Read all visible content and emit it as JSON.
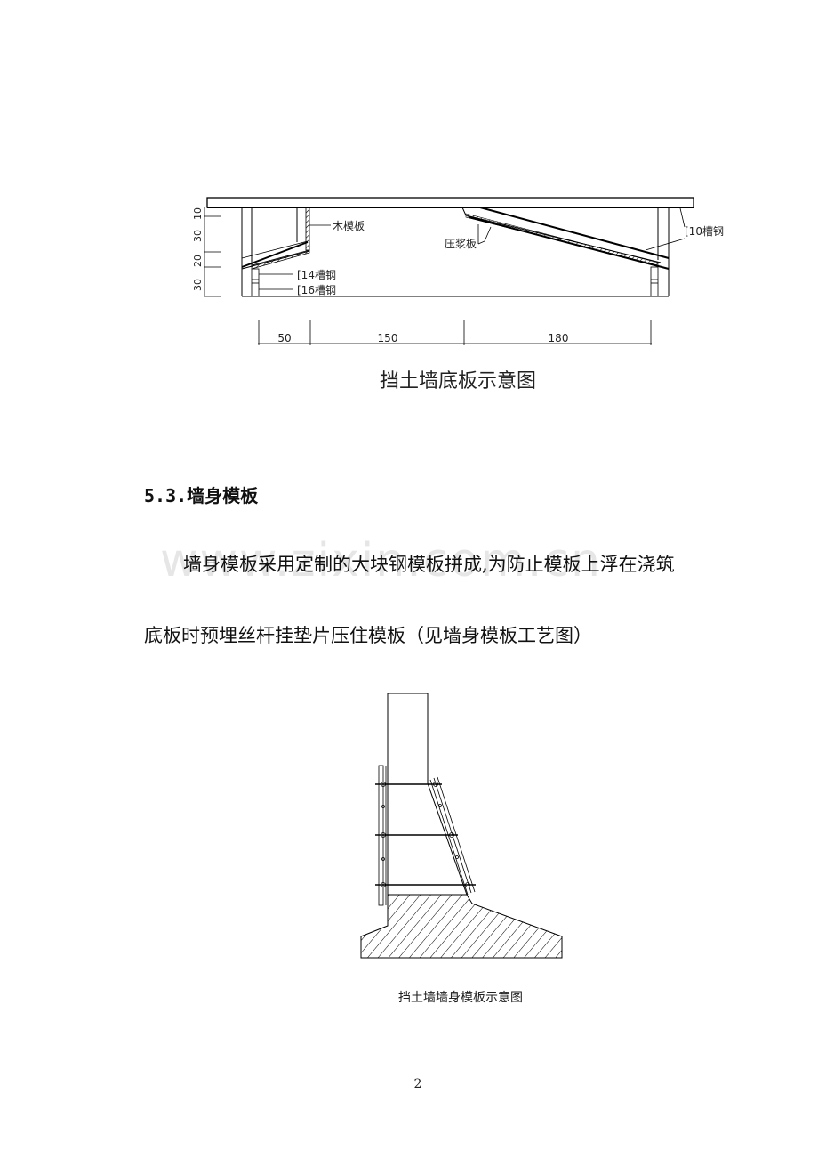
{
  "figure1": {
    "caption": "挡土墙底板示意图",
    "labels": {
      "wood_form": "木模板",
      "grout_plate": "压浆板",
      "channel_10": "[10槽钢",
      "channel_14": "[14槽钢",
      "channel_16": "[16槽钢"
    },
    "vertical_dims": [
      "10",
      "30",
      "20",
      "30"
    ],
    "horizontal_dims": [
      "50",
      "150",
      "180"
    ]
  },
  "section": {
    "heading": "5.3.墙身模板",
    "paragraph_line1": "墙身模板采用定制的大块钢模板拼成,为防止模板上浮在浇筑",
    "paragraph_line2": "底板时预埋丝杆挂垫片压住模板（见墙身模板工艺图）"
  },
  "watermark": "www.zixin.com.cn",
  "figure2": {
    "caption": "挡土墙墙身模板示意图"
  },
  "page": {
    "number": "2"
  }
}
